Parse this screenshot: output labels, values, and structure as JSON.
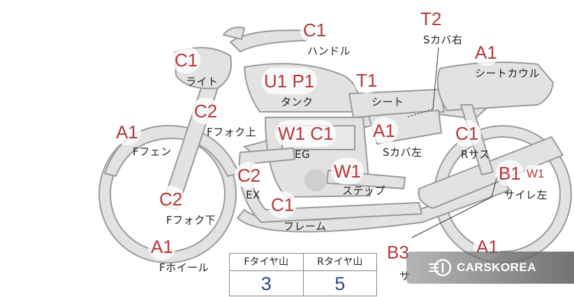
{
  "parts": [
    {
      "id": "handle",
      "grade": "C1",
      "label": "ハンドル"
    },
    {
      "id": "light",
      "grade": "C1",
      "label": "ライト"
    },
    {
      "id": "tank",
      "grade": "U1 P1",
      "label": "タンク"
    },
    {
      "id": "seat",
      "grade": "T1",
      "label": "シート"
    },
    {
      "id": "side-cover-right",
      "grade": "T2",
      "label": "Sカバ右"
    },
    {
      "id": "seat-cowl",
      "grade": "A1",
      "label": "シートカウル"
    },
    {
      "id": "front-fork-upper",
      "grade": "C2",
      "label": "Fフォク上"
    },
    {
      "id": "front-fender",
      "grade": "A1",
      "label": "Fフェン"
    },
    {
      "id": "engine",
      "grade": "W1 C1",
      "label": "EG"
    },
    {
      "id": "side-cover-left",
      "grade": "A1",
      "label": "Sカバ左"
    },
    {
      "id": "rear-suspension",
      "grade": "C1",
      "label": "Rサス"
    },
    {
      "id": "exhaust",
      "grade": "C2",
      "label": "EX"
    },
    {
      "id": "step",
      "grade": "W1",
      "label": "ステップ"
    },
    {
      "id": "muffler-left",
      "grade": "B1",
      "grade_extra": "W1",
      "label": "サイレ左"
    },
    {
      "id": "front-fork-lower",
      "grade": "C2",
      "label": "Fフォク下"
    },
    {
      "id": "frame",
      "grade": "C1",
      "label": "フレーム"
    },
    {
      "id": "front-wheel",
      "grade": "A1",
      "label": "Fホイール"
    },
    {
      "id": "partial-bottom-right",
      "grade": "B3",
      "label": "サ"
    },
    {
      "id": "rear-wheel",
      "grade": "A1",
      "label": ""
    }
  ],
  "tread": {
    "front_header": "Fタイヤ山",
    "rear_header": "Rタイヤ山",
    "front_value": "3",
    "rear_value": "5"
  },
  "watermark": {
    "text": "CARSKOREA"
  },
  "colors": {
    "grade": "#b23a3a",
    "tread_value": "#2e4a8c",
    "bike_fill": "#e2e2e2",
    "bike_stroke": "#9a9a9a"
  }
}
